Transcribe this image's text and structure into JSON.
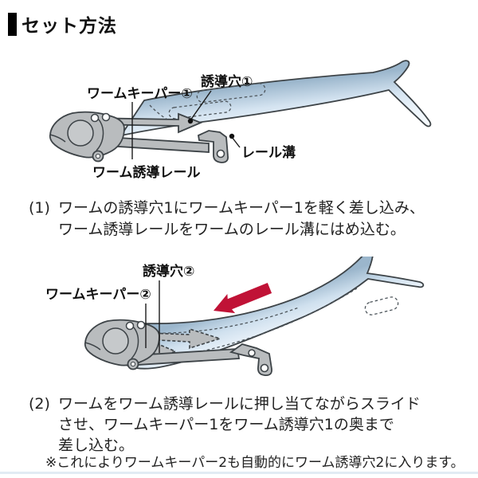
{
  "header": {
    "title": "セット方法"
  },
  "figure1": {
    "labels": {
      "worm_keeper1": "ワームキーパー①",
      "guide_hole1": "誘導穴①",
      "rail_groove": "レール溝",
      "worm_guide_rail": "ワーム誘導レール"
    }
  },
  "figure2": {
    "labels": {
      "guide_hole2": "誘導穴②",
      "worm_keeper2": "ワームキーパー②"
    }
  },
  "steps": [
    {
      "number": "(1)",
      "lines": [
        "ワームの誘導穴1にワームキーパー1を軽く差し込み、",
        "ワーム誘導レールをワームのレール溝にはめ込む。"
      ]
    },
    {
      "number": "(2)",
      "lines": [
        "ワームをワーム誘導レールに押し当てながらスライド",
        "させ、ワームキーパー1をワーム誘導穴1の奥まで",
        "差し込む。"
      ],
      "note": "※これによりワームキーパー2も自動的にワーム誘導穴2に入ります。"
    }
  ],
  "colors": {
    "accent_red": "#c01236",
    "worm_blue_dark": "#9bb6cc",
    "worm_blue_light": "#eef5fb",
    "metal_gray": "#b9bcbe",
    "outline": "#3d4347"
  }
}
